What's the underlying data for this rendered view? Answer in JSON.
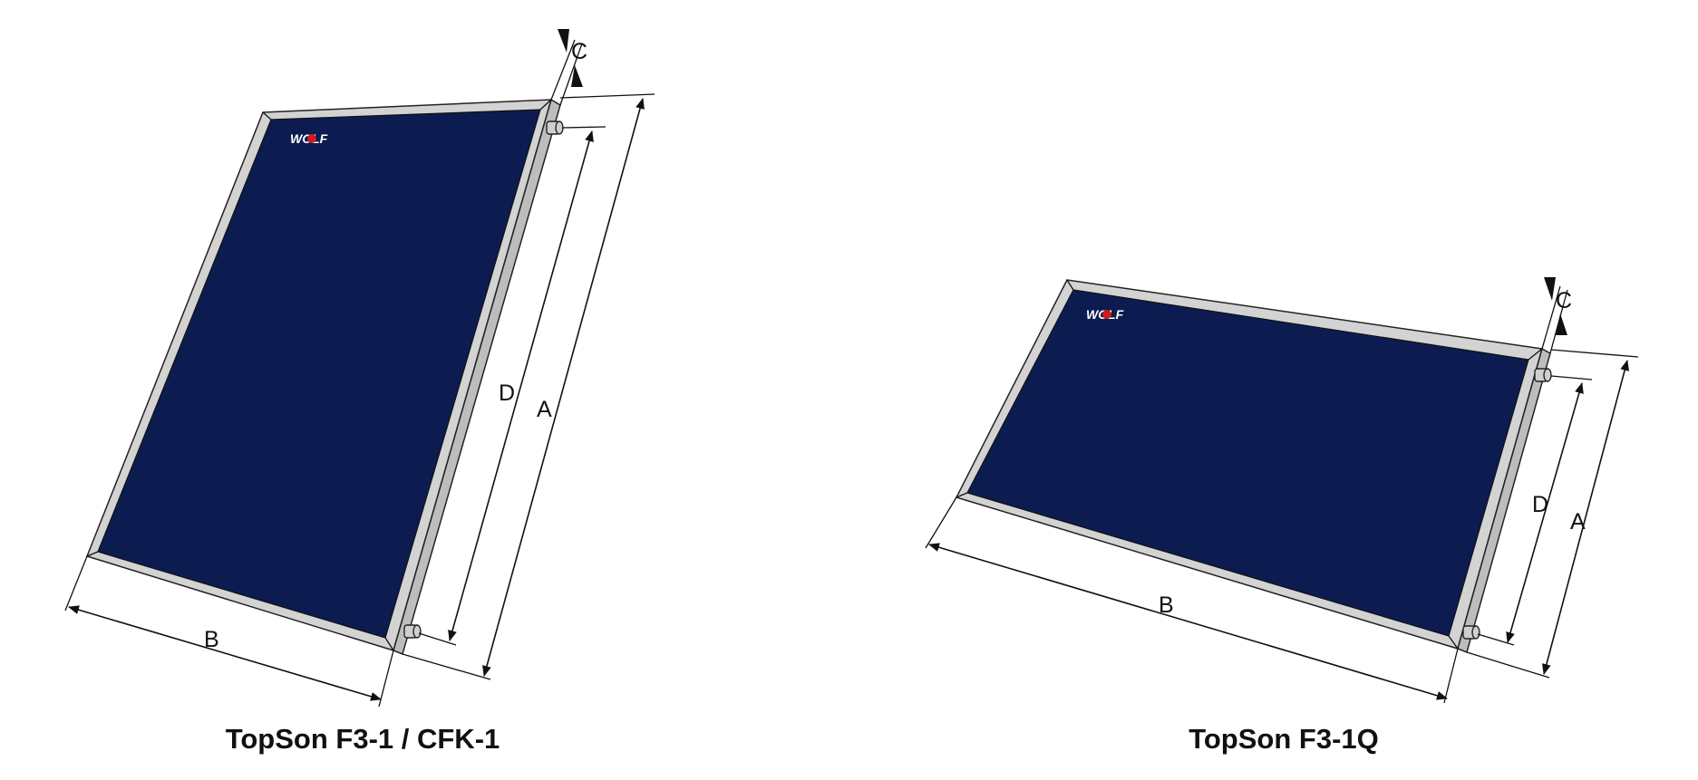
{
  "collectors": [
    {
      "caption": "TopSon F3-1 / CFK-1",
      "logo": "WOLF",
      "dimension_labels": {
        "a": "A",
        "b": "B",
        "c": "C",
        "d": "D"
      }
    },
    {
      "caption": "TopSon F3-1Q",
      "logo": "WOLF",
      "dimension_labels": {
        "a": "A",
        "b": "B",
        "c": "C",
        "d": "D"
      }
    }
  ],
  "colors": {
    "glass": "#0c1c50",
    "frame": "#d3d3d3",
    "logo_dot": "#d31a1a",
    "lines": "#111111"
  }
}
